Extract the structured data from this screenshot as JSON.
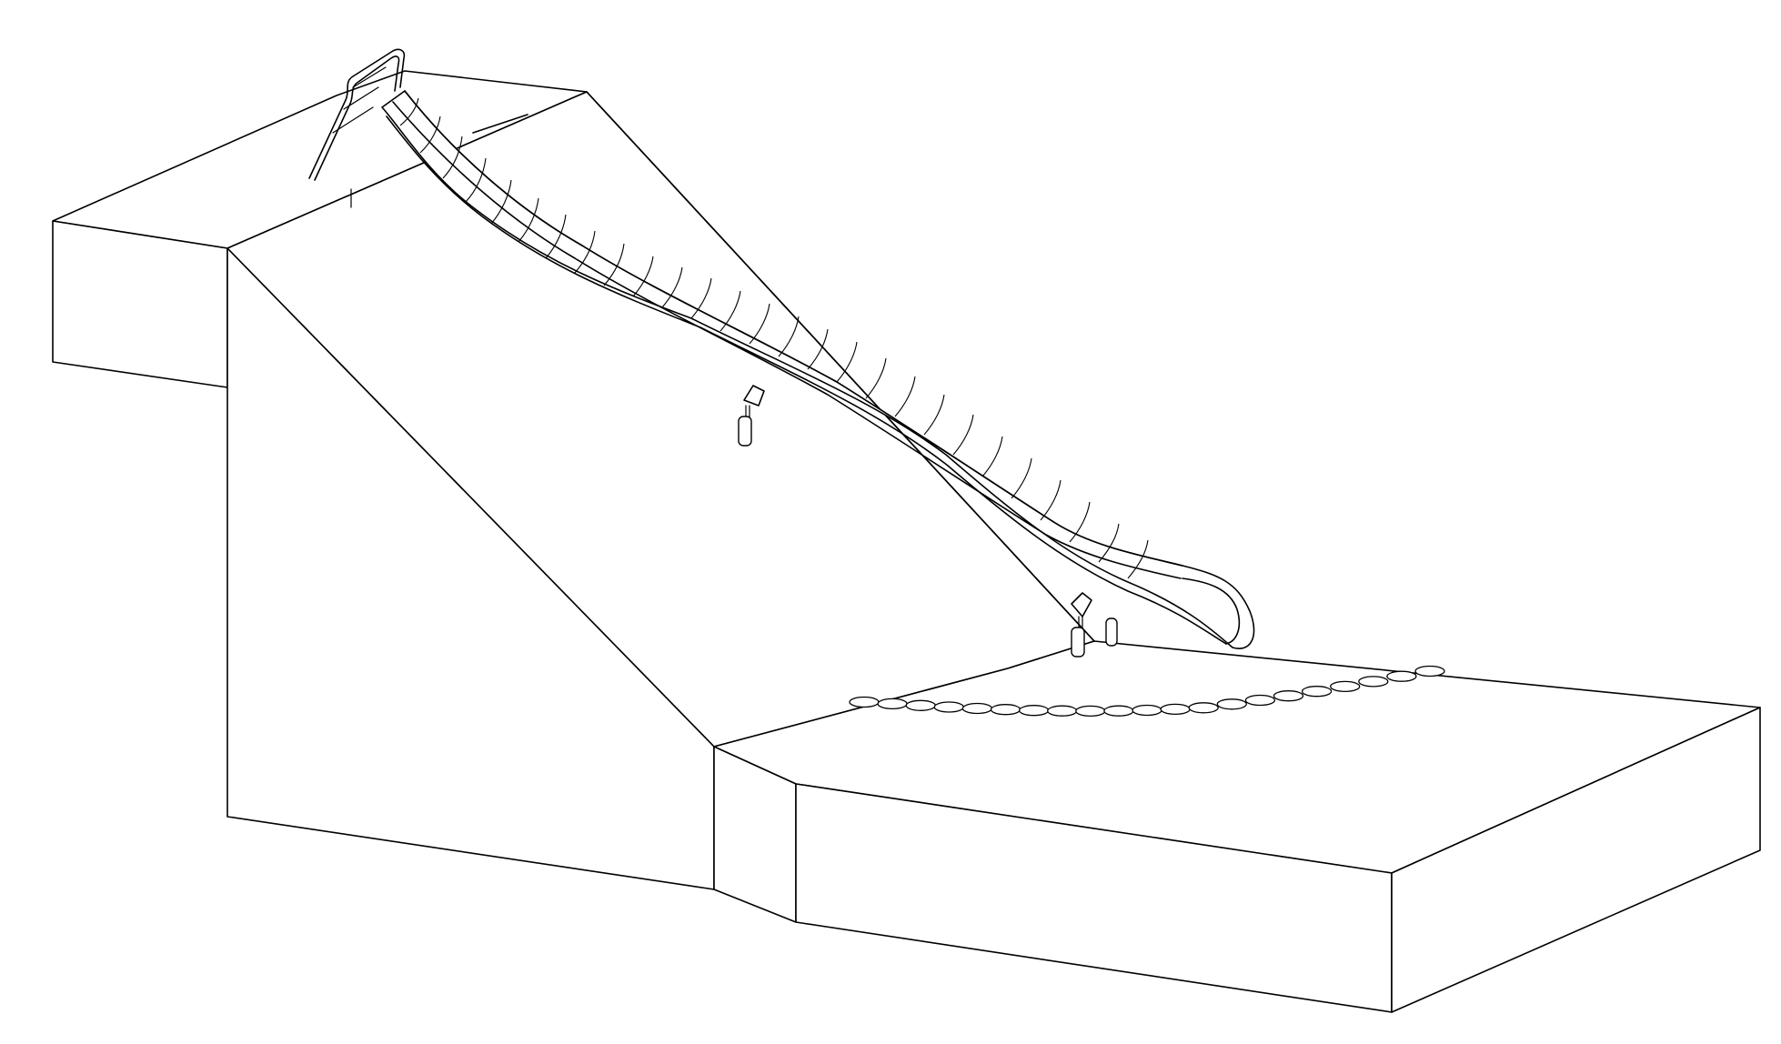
{
  "drawing": {
    "background": "#ffffff",
    "line_color": "#000000",
    "components": [
      {
        "name": "earth-mound",
        "type": "terrain"
      },
      {
        "name": "tube-slide",
        "type": "slide"
      },
      {
        "name": "top-handrail",
        "type": "railing"
      },
      {
        "name": "slide-support-posts",
        "type": "support",
        "count": 3
      },
      {
        "name": "stepping-stones",
        "type": "path",
        "count": 21
      }
    ]
  }
}
